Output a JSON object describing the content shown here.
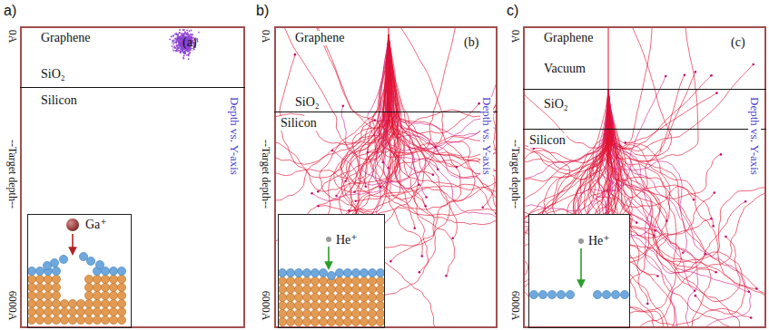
{
  "diagram": {
    "nodes": [
      {
        "text": [
          "(a)"
        ]
      },
      {
        "text": [
          "Graphene"
        ],
        "in": 0
      },
      {
        "text": [
          "SiO₂"
        ],
        "in": 0
      },
      {
        "text": [
          "Silicon"
        ],
        "in": 0
      },
      {
        "text": [
          "Ga⁺"
        ],
        "in": 0
      },
      {
        "text": [
          "(b)"
        ]
      },
      {
        "text": [
          "Graphene"
        ],
        "in": 5
      },
      {
        "text": [
          "SiO₂"
        ],
        "in": 5
      },
      {
        "text": [
          "Silicon"
        ],
        "in": 5
      },
      {
        "text": [
          "He⁺"
        ],
        "in": 5
      },
      {
        "text": [
          "(c)"
        ]
      },
      {
        "text": [
          "Graphene"
        ],
        "in": 10
      },
      {
        "text": [
          "Vacuum"
        ],
        "in": 10
      },
      {
        "text": [
          "SiO₂"
        ],
        "in": 10
      },
      {
        "text": [
          "Silicon"
        ],
        "in": 10
      },
      {
        "text": [
          "He⁺"
        ],
        "in": 10
      }
    ],
    "labels": [
      "a)",
      "b)",
      "c)",
      "0A",
      "--Target depth--",
      "6000A",
      "Depth vs. Y-axis",
      "0A",
      "--Target depth--",
      "6000A",
      "Depth vs. Y-axis",
      "0A",
      "--Target depth--",
      "6000A",
      "Depth vs. Y-axis"
    ]
  }
}
